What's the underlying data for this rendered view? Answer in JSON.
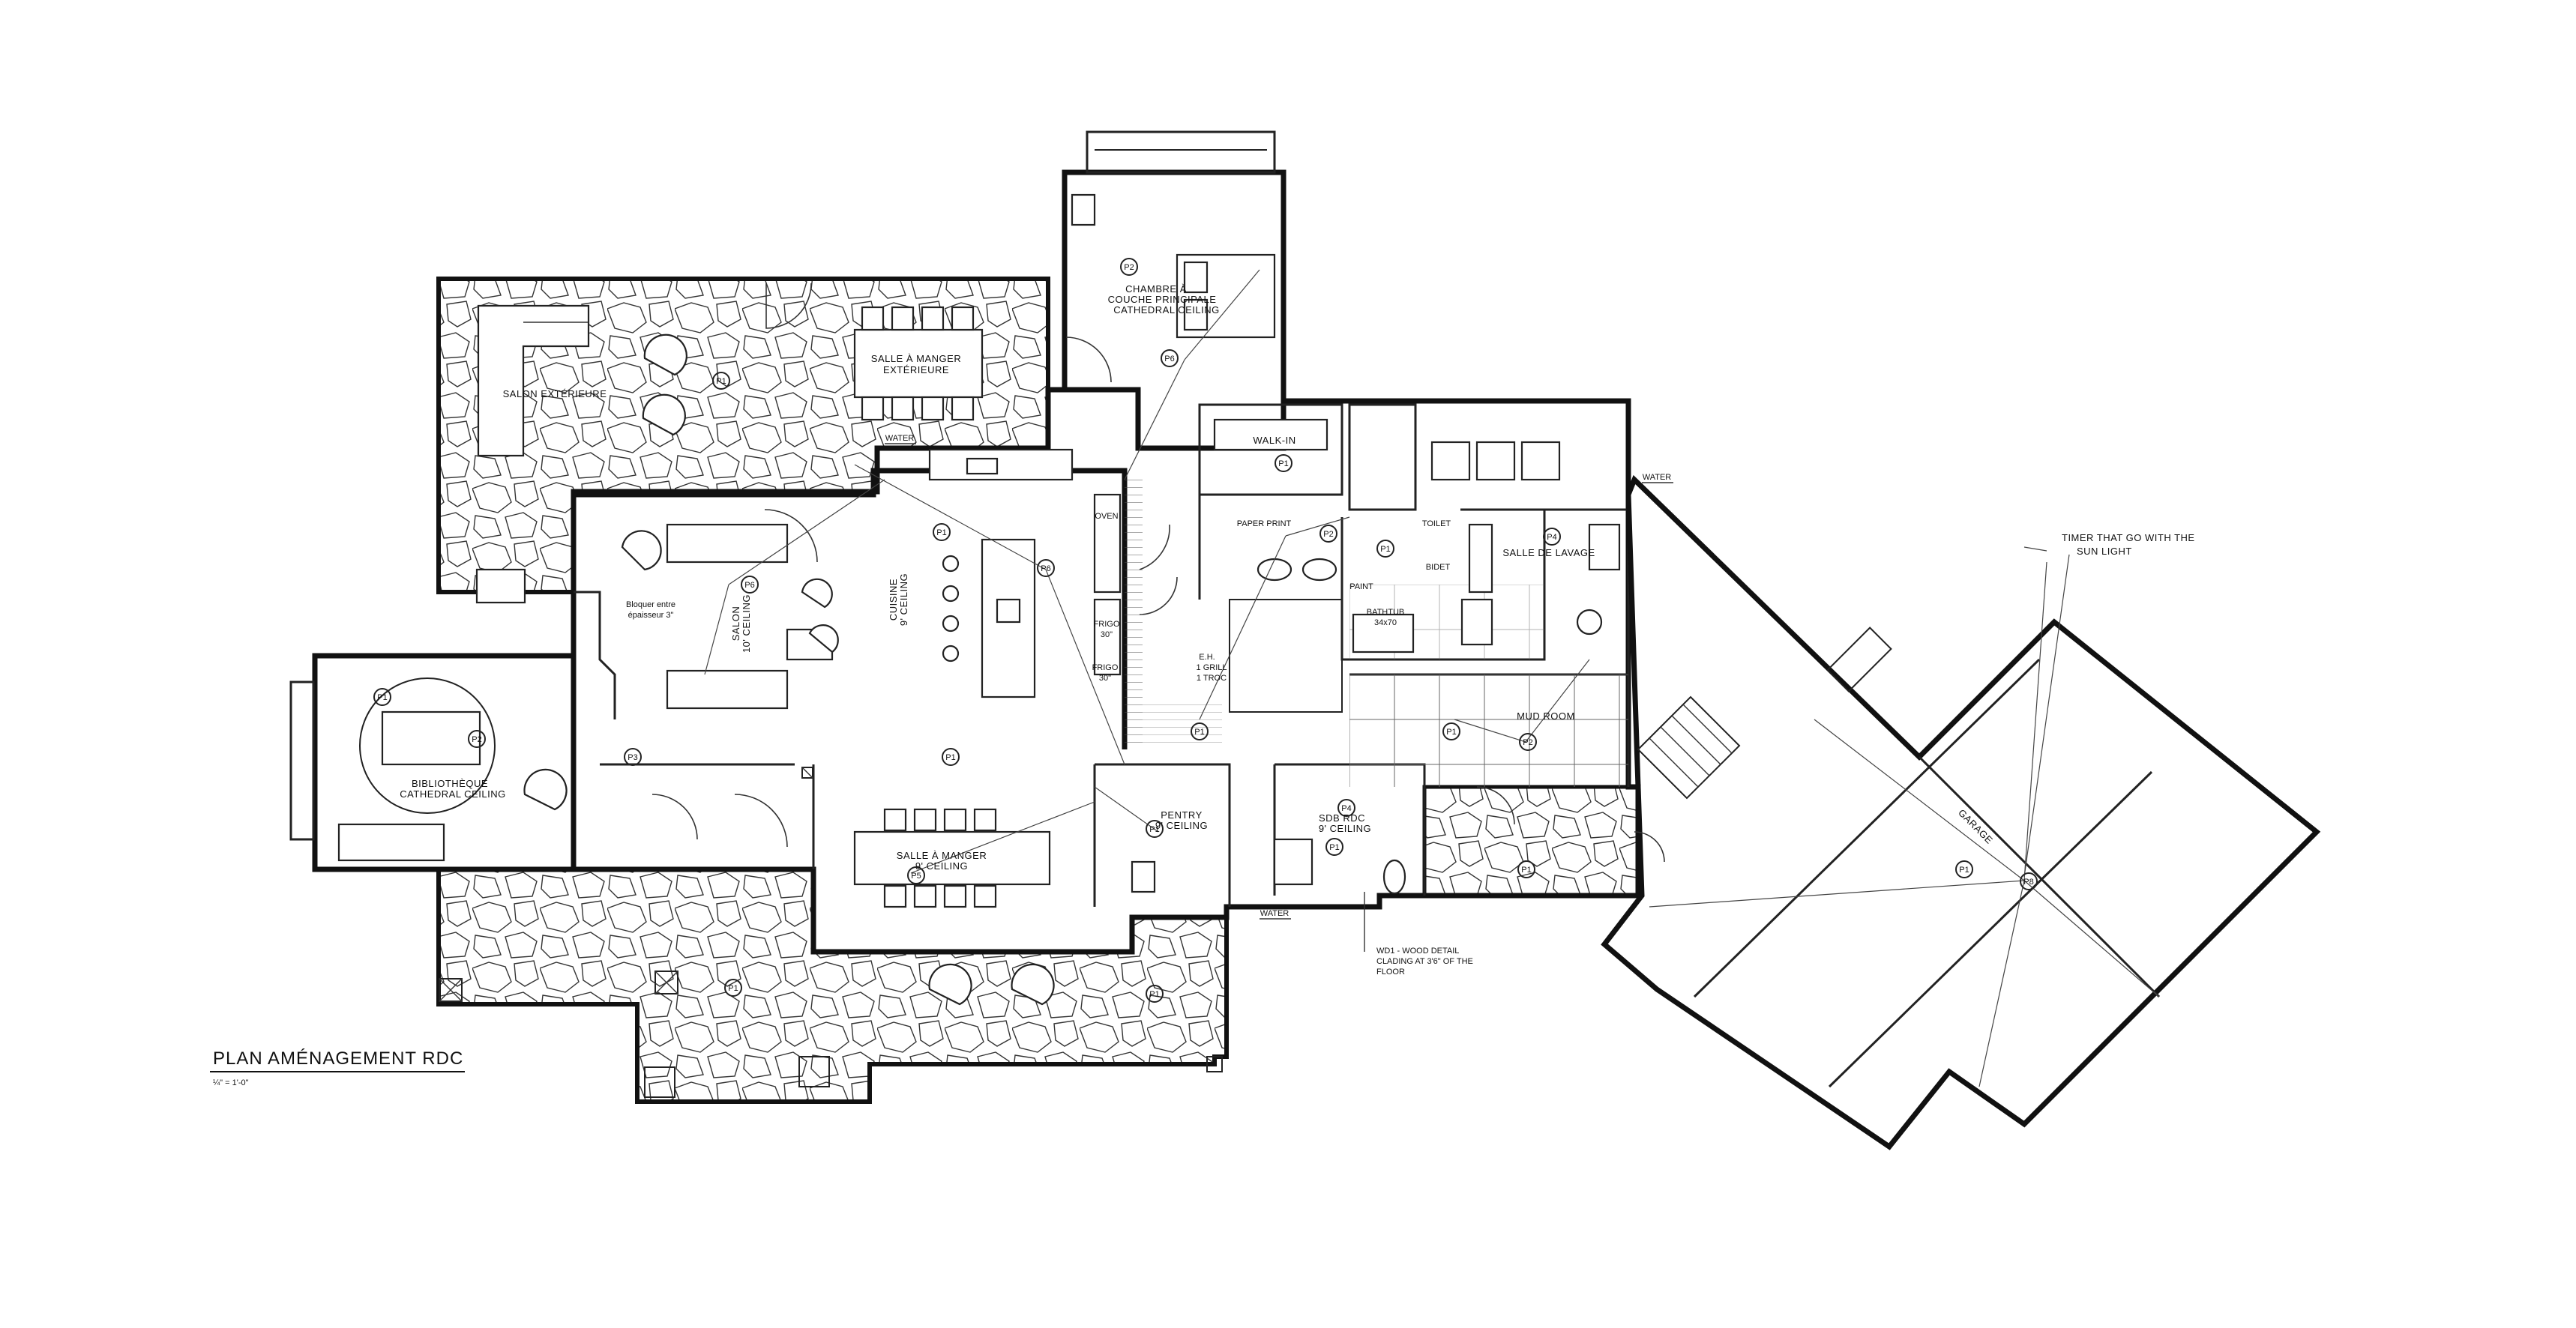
{
  "plan": {
    "title": "PLAN AMÉNAGEMENT RDC",
    "scale": "¼\" = 1'-0\""
  },
  "rooms": {
    "salon_exterieur": "SALON EXTÉRIEURE",
    "salle_manger_ext_1": "SALLE À MANGER",
    "salle_manger_ext_2": "EXTÉRIEURE",
    "chambre_1": "CHAMBRE À",
    "chambre_2": "COUCHE PRINCIPALE",
    "chambre_3": "CATHEDRAL CEILING",
    "walk_in": "WALK-IN",
    "salon_1": "SALON",
    "salon_2": "10' CEILING",
    "cuisine_1": "CUISINE",
    "cuisine_2": "9' CEILING",
    "bibliotheque_1": "BIBLIOTHÈQUE",
    "bibliotheque_2": "CATHEDRAL CEILING",
    "salle_manger_1": "SALLE À MANGER",
    "salle_manger_2": "9' CEILING",
    "pentry_1": "PENTRY",
    "pentry_2": "9' CEILING",
    "sdb_1": "SDB RDC",
    "sdb_2": "9' CEILING",
    "mud_room": "MUD ROOM",
    "salle_lavage": "SALLE DE LAVAGE",
    "garage": "GARAGE"
  },
  "labels": {
    "water_1": "WATER",
    "water_2": "WATER",
    "water_3": "WATER",
    "paper_print": "PAPER PRINT",
    "paint": "PAINT",
    "bathtub_1": "BATHTUB",
    "bathtub_2": "34x70",
    "toilet": "TOILET",
    "bidet": "BIDET",
    "oven": "OVEN",
    "frigo_1a": "FRIGO",
    "frigo_1b": "30\"",
    "frigo_2a": "FRIGO",
    "frigo_2b": "30\"",
    "fireplace_1": "Bloquer entre",
    "fireplace_2": "épaisseur 3\"",
    "eh_1": "E.H.",
    "eh_2": "1 GRILL",
    "eh_3": "1 TROC",
    "timer_1": "TIMER THAT GO WITH THE",
    "timer_2": "SUN LIGHT",
    "wd_1": "WD1 - WOOD DETAIL",
    "wd_2": "CLADING AT 3'6\" OF THE",
    "wd_3": "FLOOR"
  },
  "tags": {
    "p1": "P1",
    "p2": "P2",
    "p3": "P3",
    "p4": "P4",
    "p5": "P5",
    "p6": "P6",
    "p8": "P8"
  }
}
